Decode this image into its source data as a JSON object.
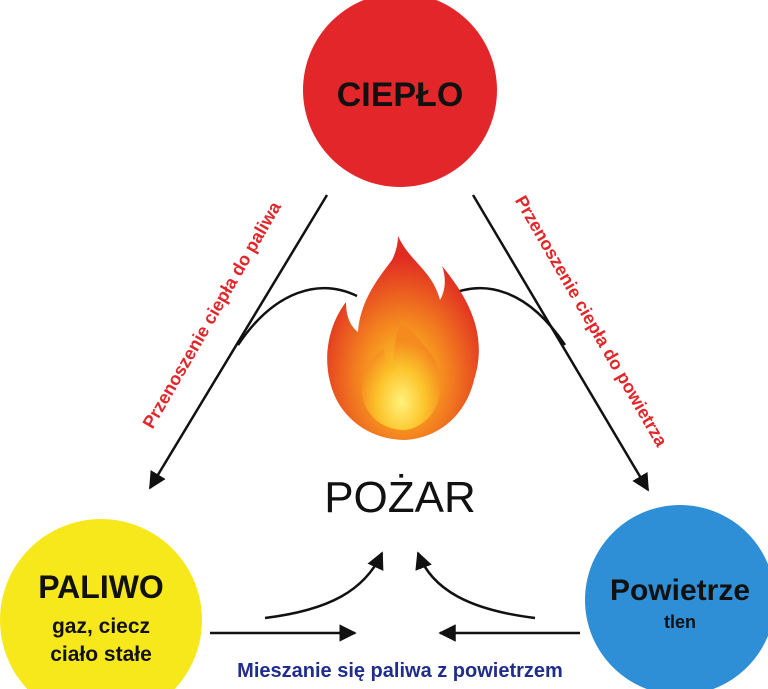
{
  "nodes": {
    "heat": {
      "title": "CIEPŁO",
      "color": "#e3262a"
    },
    "fuel": {
      "title": "PALIWO",
      "line1": "gaz, ciecz",
      "line2": "ciało stałe",
      "color": "#f7e81c"
    },
    "air": {
      "title": "Powietrze",
      "subtitle": "tlen",
      "color": "#2f8fd6"
    }
  },
  "center": {
    "label": "POŻAR"
  },
  "edges": {
    "heat_to_fuel": "Przenoszenie ciepła do paliwa",
    "heat_to_air": "Przenoszenie ciepła do powietrza",
    "mixing": "Mieszanie się paliwa z powietrzem"
  },
  "colors": {
    "edge_label_red": "#e3262a",
    "edge_label_blue": "#1f2d8c",
    "arrow": "#111111"
  }
}
